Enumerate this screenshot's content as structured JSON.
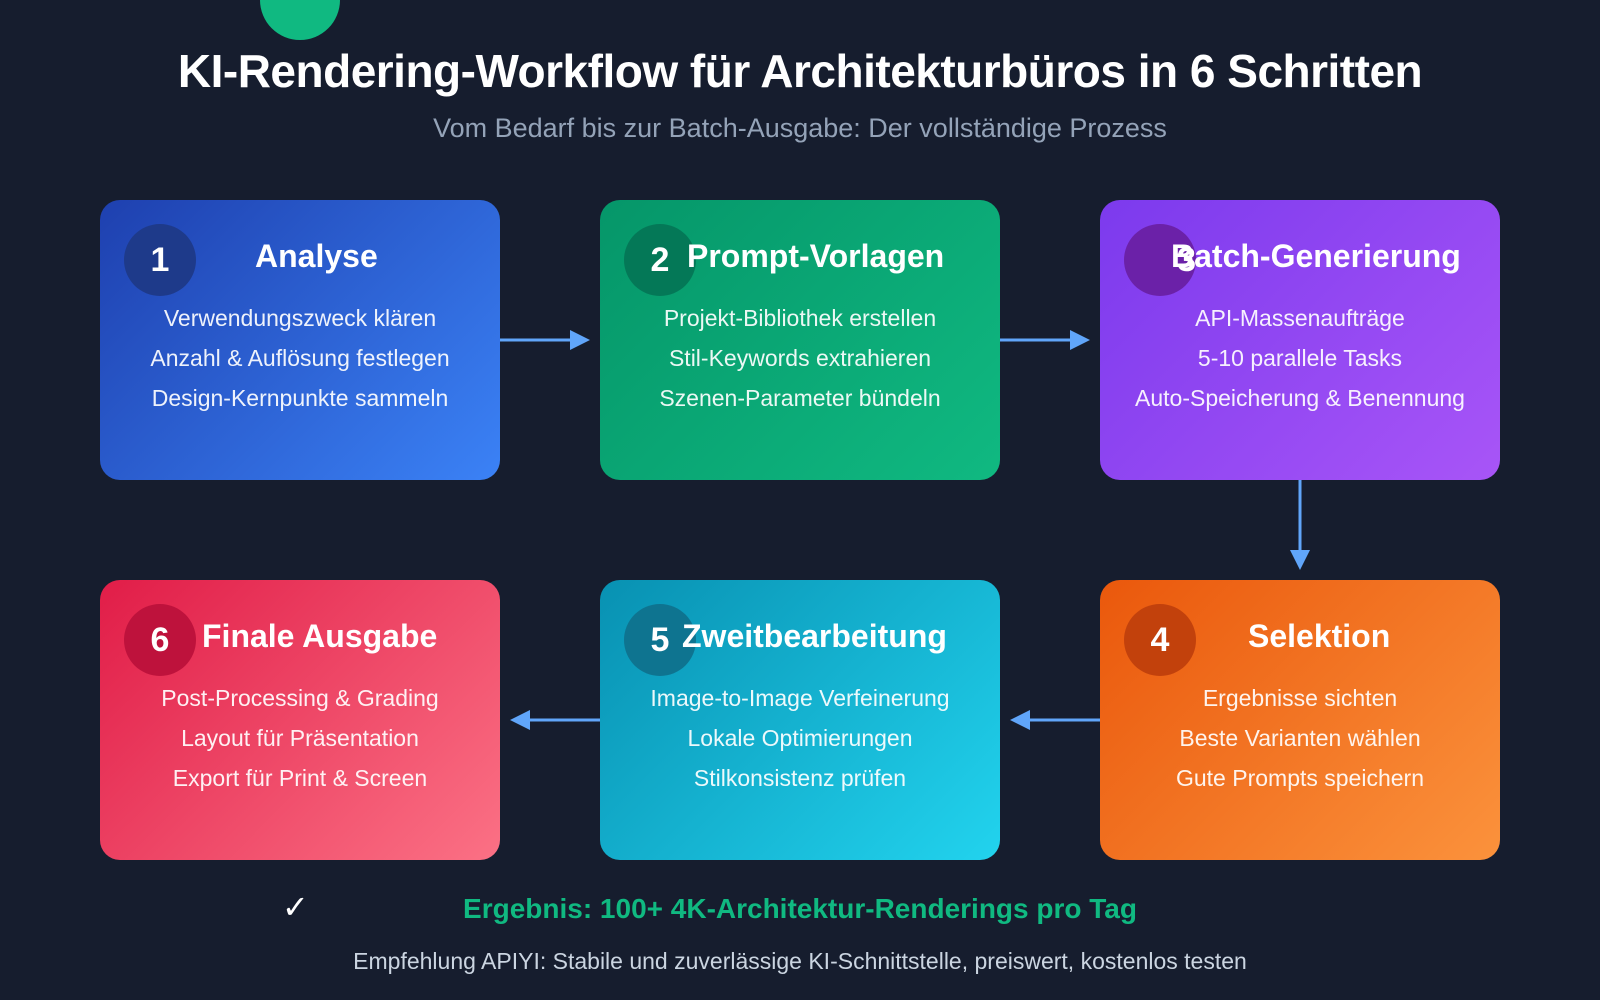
{
  "header": {
    "title": "KI-Rendering-Workflow für Architekturbüros in 6 Schritten",
    "subtitle": "Vom Bedarf bis zur Batch-Ausgabe: Der vollständige Prozess"
  },
  "steps": [
    {
      "number": "1",
      "title": "Analyse",
      "items": [
        "Verwendungszweck klären",
        "Anzahl & Auflösung festlegen",
        "Design-Kernpunkte sammeln"
      ],
      "color_from": "#1e40af",
      "color_to": "#3b82f6"
    },
    {
      "number": "2",
      "title": "Prompt-Vorlagen",
      "items": [
        "Projekt-Bibliothek erstellen",
        "Stil-Keywords extrahieren",
        "Szenen-Parameter bündeln"
      ],
      "color_from": "#059669",
      "color_to": "#10b981"
    },
    {
      "number": "3",
      "title": "Batch-Generierung",
      "items": [
        "API-Massenaufträge",
        "5-10 parallele Tasks",
        "Auto-Speicherung & Benennung"
      ],
      "color_from": "#7c3aed",
      "color_to": "#a855f7"
    },
    {
      "number": "4",
      "title": "Selektion",
      "items": [
        "Ergebnisse sichten",
        "Beste Varianten wählen",
        "Gute Prompts speichern"
      ],
      "color_from": "#ea580c",
      "color_to": "#fb923c"
    },
    {
      "number": "5",
      "title": "Zweitbearbeitung",
      "items": [
        "Image-to-Image Verfeinerung",
        "Lokale Optimierungen",
        "Stilkonsistenz prüfen"
      ],
      "color_from": "#0891b2",
      "color_to": "#22d3ee"
    },
    {
      "number": "6",
      "title": "Finale Ausgabe",
      "items": [
        "Post-Processing & Grading",
        "Layout für Präsentation",
        "Export für Print & Screen"
      ],
      "color_from": "#e11d48",
      "color_to": "#fb7185"
    }
  ],
  "footer": {
    "check_icon": "check-icon",
    "result": "Ergebnis: 100+ 4K-Architektur-Renderings pro Tag",
    "recommendation": "Empfehlung APIYI: Stabile und zuverlässige KI-Schnittstelle, preiswert, kostenlos testen"
  },
  "colors": {
    "background": "#161d2e",
    "arrow": "#60a5fa",
    "result_green": "#10b981"
  }
}
